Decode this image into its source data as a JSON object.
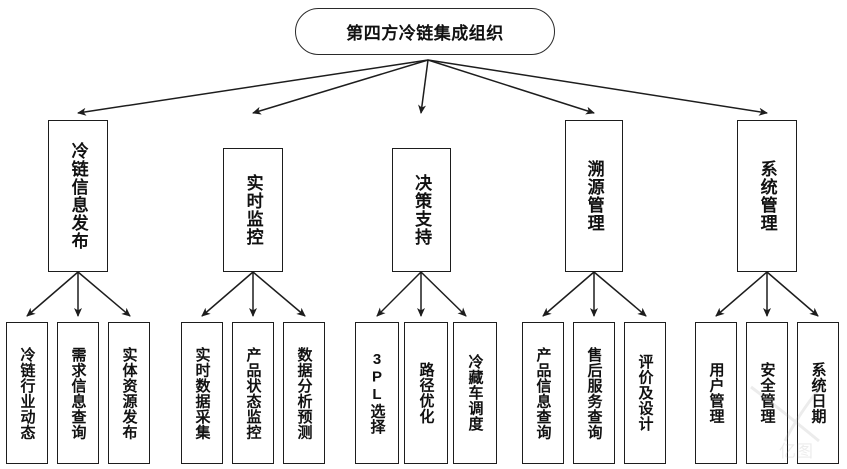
{
  "diagram": {
    "type": "organizational-hierarchy-tree",
    "title": "第四方冷链集成组织",
    "colors": {
      "background": "#ffffff",
      "stroke": "#1d1d1d",
      "text": "#111111"
    },
    "root": {
      "label": "第四方冷链集成组织",
      "shape": "stadium"
    },
    "branches": [
      {
        "label": "冷链信息发布",
        "children": [
          {
            "label": "冷链行业动态"
          },
          {
            "label": "需求信息查询"
          },
          {
            "label": "实体资源发布"
          }
        ]
      },
      {
        "label": "实时监控",
        "children": [
          {
            "label": "实时数据采集"
          },
          {
            "label": "产品状态监控"
          },
          {
            "label": "数据分析预测"
          }
        ]
      },
      {
        "label": "决策支持",
        "children": [
          {
            "label": "3PL选择"
          },
          {
            "label": "路径优化"
          },
          {
            "label": "冷藏车调度"
          }
        ]
      },
      {
        "label": "溯源管理",
        "children": [
          {
            "label": "产品信息查询"
          },
          {
            "label": "售后服务查询"
          },
          {
            "label": "评价及设计"
          }
        ]
      },
      {
        "label": "系统管理",
        "children": [
          {
            "label": "用户管理"
          },
          {
            "label": "安全管理"
          },
          {
            "label": "系统日期"
          }
        ]
      }
    ],
    "watermark": {
      "text": "亿图"
    }
  }
}
